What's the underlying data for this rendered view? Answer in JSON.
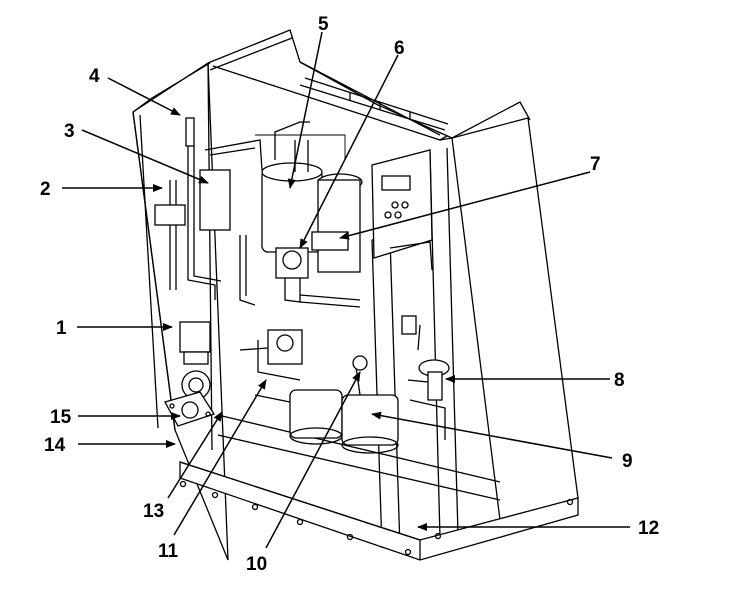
{
  "figure": {
    "callouts": [
      {
        "number": "1",
        "target": "solenoid valve on left panel"
      },
      {
        "number": "2",
        "target": "left side panel"
      },
      {
        "number": "3",
        "target": "vertical tube assembly"
      },
      {
        "number": "4",
        "target": "top pipe fitting"
      },
      {
        "number": "5",
        "target": "upper cylinder"
      },
      {
        "number": "6",
        "target": "upper solenoid valve"
      },
      {
        "number": "7",
        "target": "control box bracket"
      },
      {
        "number": "8",
        "target": "right side fitting"
      },
      {
        "number": "9",
        "target": "lower cylinder"
      },
      {
        "number": "10",
        "target": "cross tube"
      },
      {
        "number": "11",
        "target": "lower valve"
      },
      {
        "number": "12",
        "target": "base frame"
      },
      {
        "number": "13",
        "target": "flange fitting"
      },
      {
        "number": "14",
        "target": "lower left panel"
      },
      {
        "number": "15",
        "target": "flange plate"
      }
    ]
  }
}
